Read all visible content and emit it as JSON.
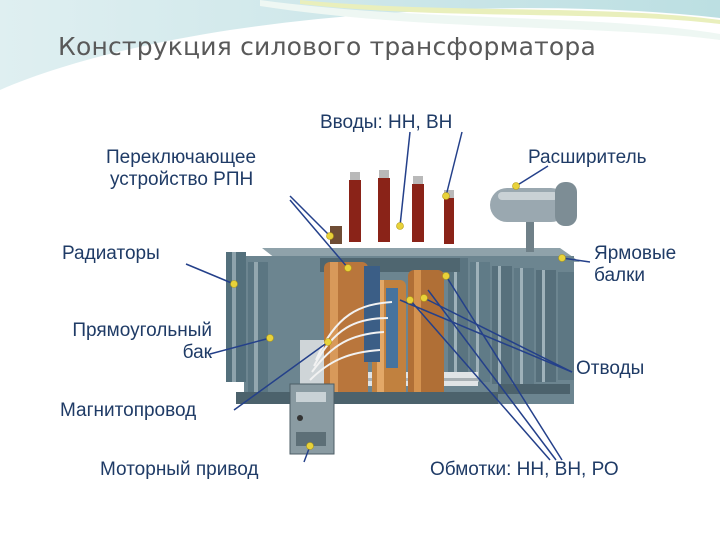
{
  "slide": {
    "title": "Конструкция силового трансформатора"
  },
  "labels": {
    "vvody": "Вводы: НН, ВН",
    "pereklyuch_1": "Переключающее",
    "pereklyuch_2": "устройство РПН",
    "rasshiritel": "Расширитель",
    "radiatory": "Радиаторы",
    "yarmovye_1": "Ярмовые",
    "yarmovye_2": "балки",
    "bak_1": "Прямоугольный",
    "bak_2": "бак",
    "otvody": "Отводы",
    "magnitoprovod": "Магнитопровод",
    "motorny": "Моторный привод",
    "obmotki": "Обмотки: НН, ВН, РО"
  },
  "colors": {
    "label_text": "#1f3b66",
    "leader_line": "#24408a",
    "marker": "#e8d23a",
    "title_text": "#595959",
    "tank": "#5f7a86",
    "copper": "#c07a3c"
  }
}
